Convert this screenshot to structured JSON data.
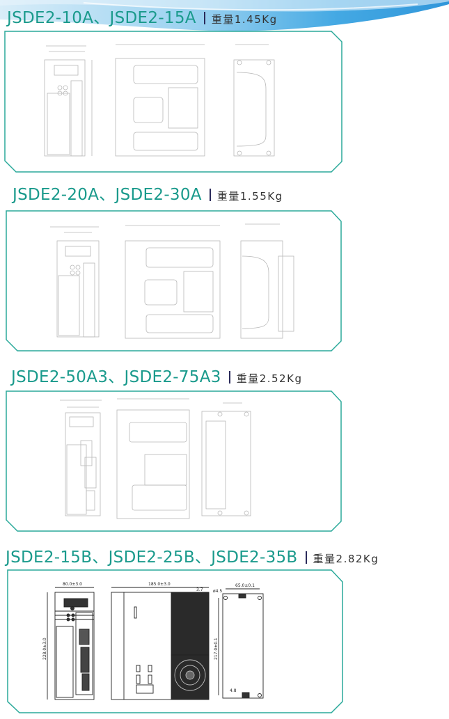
{
  "sections": [
    {
      "models": "JSDE2-10A、JSDE2-15A",
      "weight_label": "重量",
      "weight_value": "1.45Kg"
    },
    {
      "models": "JSDE2-20A、JSDE2-30A",
      "weight_label": "重量",
      "weight_value": "1.55Kg"
    },
    {
      "models": "JSDE2-50A3、JSDE2-75A3",
      "weight_label": "重量",
      "weight_value": "2.52Kg"
    },
    {
      "models": "JSDE2-15B、JSDE2-25B、JSDE2-35B",
      "weight_label": "重量",
      "weight_value": "2.82Kg"
    }
  ],
  "drawing4": {
    "front_width": "80.0±3.0",
    "front_height": "228.0±3.0",
    "side_depth": "185.0±3.0",
    "side_offset": "3.7",
    "back_width": "65.0±0.1",
    "back_hole": "ø4.5",
    "back_height": "217.0±0.1",
    "back_offset": "4.8"
  },
  "colors": {
    "accent": "#1a9a8c",
    "frame": "#2aa99a",
    "text": "#333333",
    "separator": "#2a2a5a"
  }
}
